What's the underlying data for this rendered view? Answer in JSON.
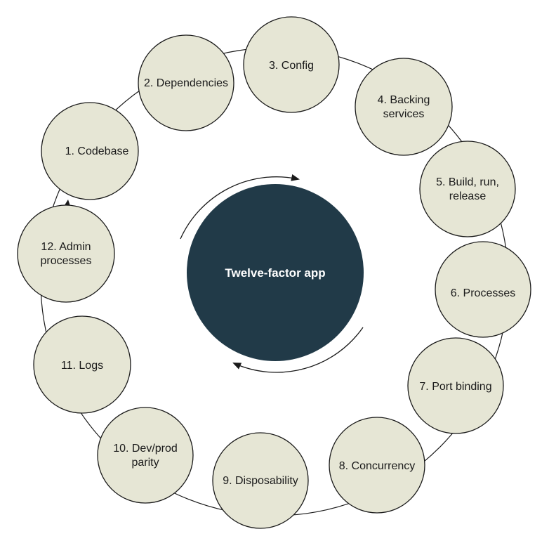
{
  "center": {
    "label": "Twelve-factor app",
    "color": "#213a48"
  },
  "node_color": "#e6e6d5",
  "factors": [
    {
      "id": 1,
      "lines": [
        "1. Codebase"
      ]
    },
    {
      "id": 2,
      "lines": [
        "2. Dependencies"
      ]
    },
    {
      "id": 3,
      "lines": [
        "3. Config"
      ]
    },
    {
      "id": 4,
      "lines": [
        "4. Backing",
        "services"
      ]
    },
    {
      "id": 5,
      "lines": [
        "5. Build, run,",
        "release"
      ]
    },
    {
      "id": 6,
      "lines": [
        "6. Processes"
      ]
    },
    {
      "id": 7,
      "lines": [
        "7. Port binding"
      ]
    },
    {
      "id": 8,
      "lines": [
        "8. Concurrency"
      ]
    },
    {
      "id": 9,
      "lines": [
        "9. Disposability"
      ]
    },
    {
      "id": 10,
      "lines": [
        "10. Dev/prod",
        "parity"
      ]
    },
    {
      "id": 11,
      "lines": [
        "11. Logs"
      ]
    },
    {
      "id": 12,
      "lines": [
        "12. Admin",
        "processes"
      ]
    }
  ]
}
